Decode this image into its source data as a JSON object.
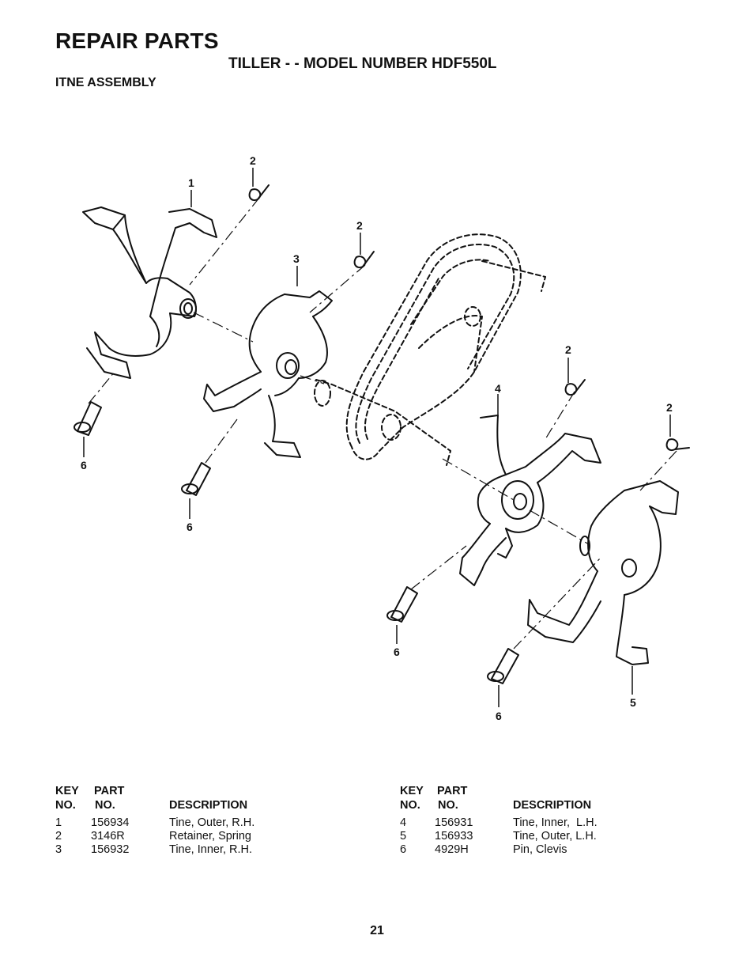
{
  "header": {
    "title": "REPAIR PARTS",
    "subtitle": "TILLER - - MODEL NUMBER HDF550L",
    "section": "ITNE ASSEMBLY"
  },
  "diagram": {
    "callouts": [
      "1",
      "2",
      "2",
      "3",
      "2",
      "4",
      "2",
      "6",
      "6",
      "6",
      "5",
      "6"
    ]
  },
  "parts_table": {
    "headers": {
      "key_line1": "KEY",
      "key_line2": "NO.",
      "part_line1": "PART",
      "part_line2": "NO.",
      "description": "DESCRIPTION"
    },
    "left": [
      {
        "key": "1",
        "part": "156934",
        "desc": "Tine, Outer, R.H."
      },
      {
        "key": "2",
        "part": "3146R",
        "desc": "Retainer, Spring"
      },
      {
        "key": "3",
        "part": "156932",
        "desc": "Tine, Inner, R.H."
      }
    ],
    "right": [
      {
        "key": "4",
        "part": "156931",
        "desc": "Tine, Inner,  L.H."
      },
      {
        "key": "5",
        "part": "156933",
        "desc": "Tine, Outer, L.H."
      },
      {
        "key": "6",
        "part": "4929H",
        "desc": "Pin, Clevis"
      }
    ]
  },
  "footer": {
    "page_number": "21"
  }
}
